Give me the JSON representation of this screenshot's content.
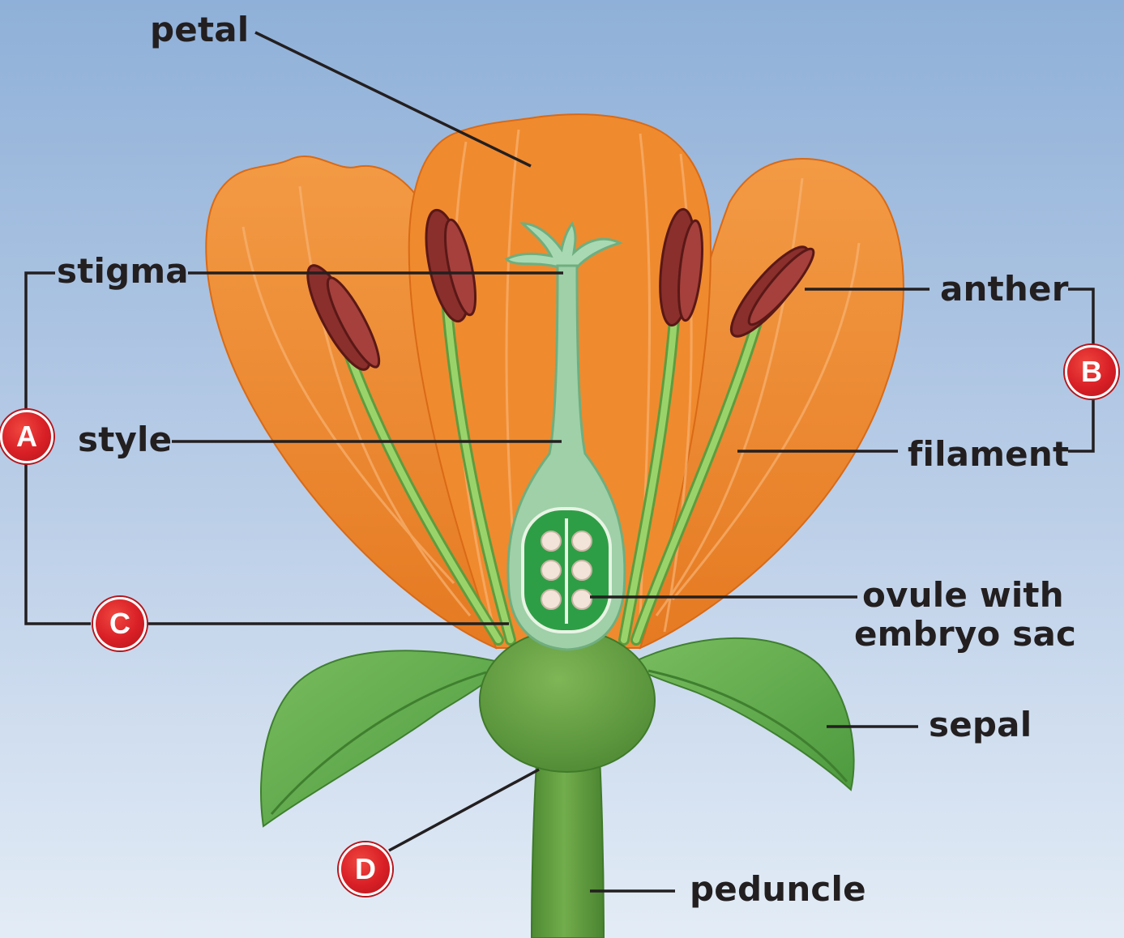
{
  "labels": {
    "petal": "petal",
    "stigma": "stigma",
    "style": "style",
    "anther": "anther",
    "filament": "filament",
    "ovule_line1": "ovule with",
    "ovule_line2": "embryo sac",
    "sepal": "sepal",
    "peduncle": "peduncle"
  },
  "badges": {
    "a": "A",
    "b": "B",
    "c": "C",
    "d": "D"
  },
  "colors": {
    "sky_top": "#8fb0d8",
    "sky_bottom": "#e3ecf6",
    "petal": "#f08a2e",
    "petal_dark": "#d96a16",
    "anther": "#8a2f2c",
    "filament": "#86c35a",
    "pistil": "#9fd0a8",
    "ovary_inner": "#2e9e46",
    "sepal": "#5aa84a",
    "stem": "#5f9a3e",
    "badge": "#d81f26",
    "label_text": "#231f20"
  }
}
